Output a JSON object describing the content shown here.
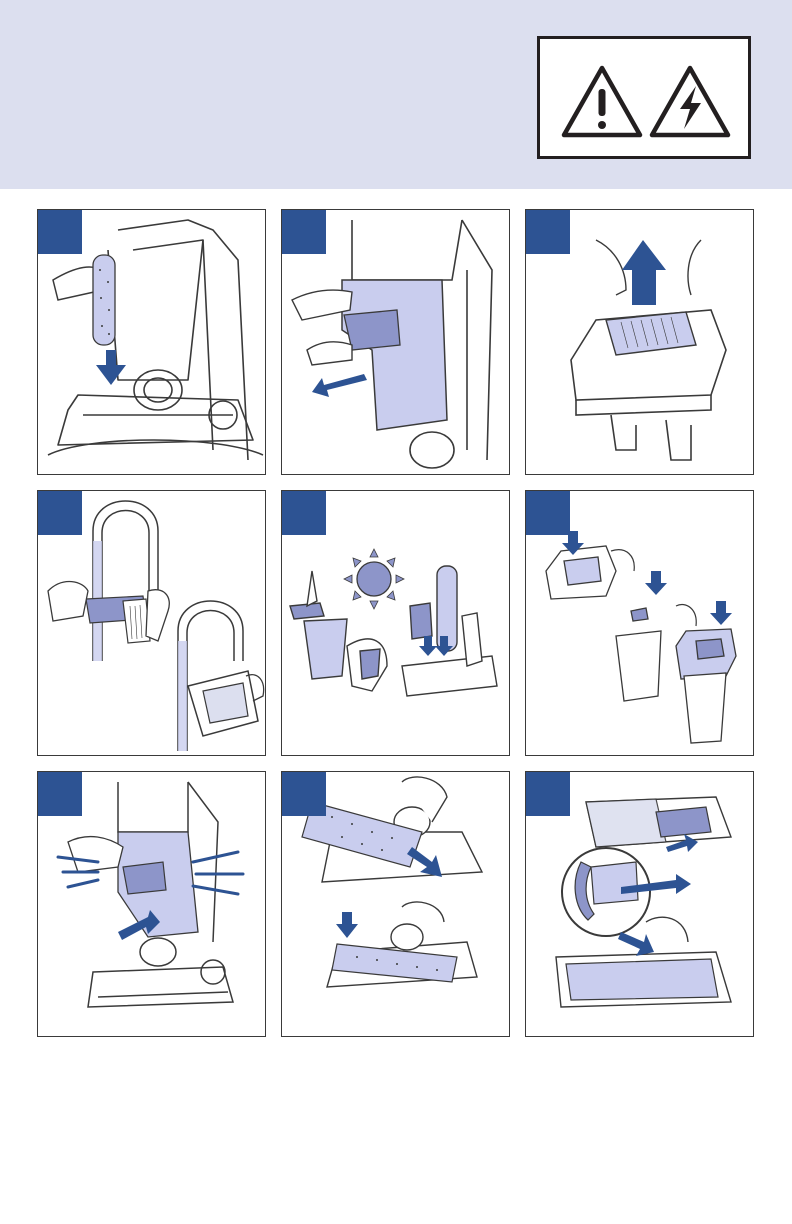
{
  "colors": {
    "header_band": "#dcdfef",
    "step_tab": "#2d5393",
    "accent_fill": "#c9cdee",
    "accent_dark": "#2d5393",
    "line": "#3a3a3a"
  },
  "warning": {
    "icons": [
      "general-warning-icon",
      "electrical-hazard-icon"
    ]
  },
  "panels": [
    {
      "id": 1,
      "illustration": "insert-brush-roll-into-base"
    },
    {
      "id": 2,
      "illustration": "remove-dirty-water-tank"
    },
    {
      "id": 3,
      "illustration": "lift-filter-from-tank-lid"
    },
    {
      "id": 4,
      "illustration": "rinse-filter-and-tank-under-tap"
    },
    {
      "id": 5,
      "illustration": "air-dry-parts-in-sunlight"
    },
    {
      "id": 6,
      "illustration": "reassemble-filter-and-tank"
    },
    {
      "id": 7,
      "illustration": "reinstall-tank-into-cleaner"
    },
    {
      "id": 8,
      "illustration": "reinstall-brush-roll"
    },
    {
      "id": 9,
      "illustration": "attach-brush-window-cover"
    }
  ]
}
